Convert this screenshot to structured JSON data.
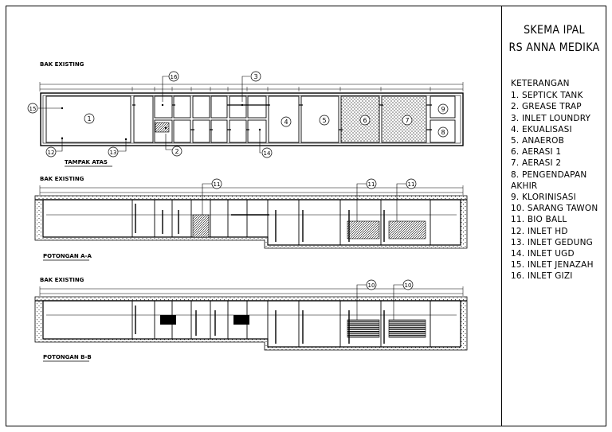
{
  "title_block": {
    "title": "SKEMA IPAL",
    "subtitle": "RS ANNA MEDIKA",
    "legend_heading": "KETERANGAN",
    "legend_items": [
      "1. SEPTICK TANK",
      "2. GREASE TRAP",
      "3. INLET LOUNDRY",
      "4. EKUALISASI",
      "5. ANAEROB",
      "6. AERASI 1",
      "7. AERASI 2",
      "8. PENGENDAPAN",
      "AKHIR",
      "9. KLORINISASI",
      "10. SARANG TAWON",
      "11. BIO BALL",
      "12. INLET HD",
      "13. INLET GEDUNG",
      "14. INLET UGD",
      "15. INLET JENAZAH",
      "16. INLET GIZI"
    ]
  },
  "plan_view": {
    "label_existing": "BAK EXISTING",
    "caption": "TAMPAK ATAS",
    "tags": [
      "1",
      "2",
      "3",
      "4",
      "5",
      "6",
      "7",
      "8",
      "9",
      "12",
      "13",
      "14",
      "15",
      "16"
    ]
  },
  "section_aa": {
    "label_existing": "BAK EXISTING",
    "caption": "POTONGAN A-A",
    "tags": [
      "11",
      "11",
      "11"
    ]
  },
  "section_bb": {
    "label_existing": "BAK EXISTING",
    "caption": "POTONGAN B-B",
    "tags": [
      "10",
      "10"
    ]
  },
  "colors": {
    "line": "#000000",
    "paper": "#ffffff"
  }
}
